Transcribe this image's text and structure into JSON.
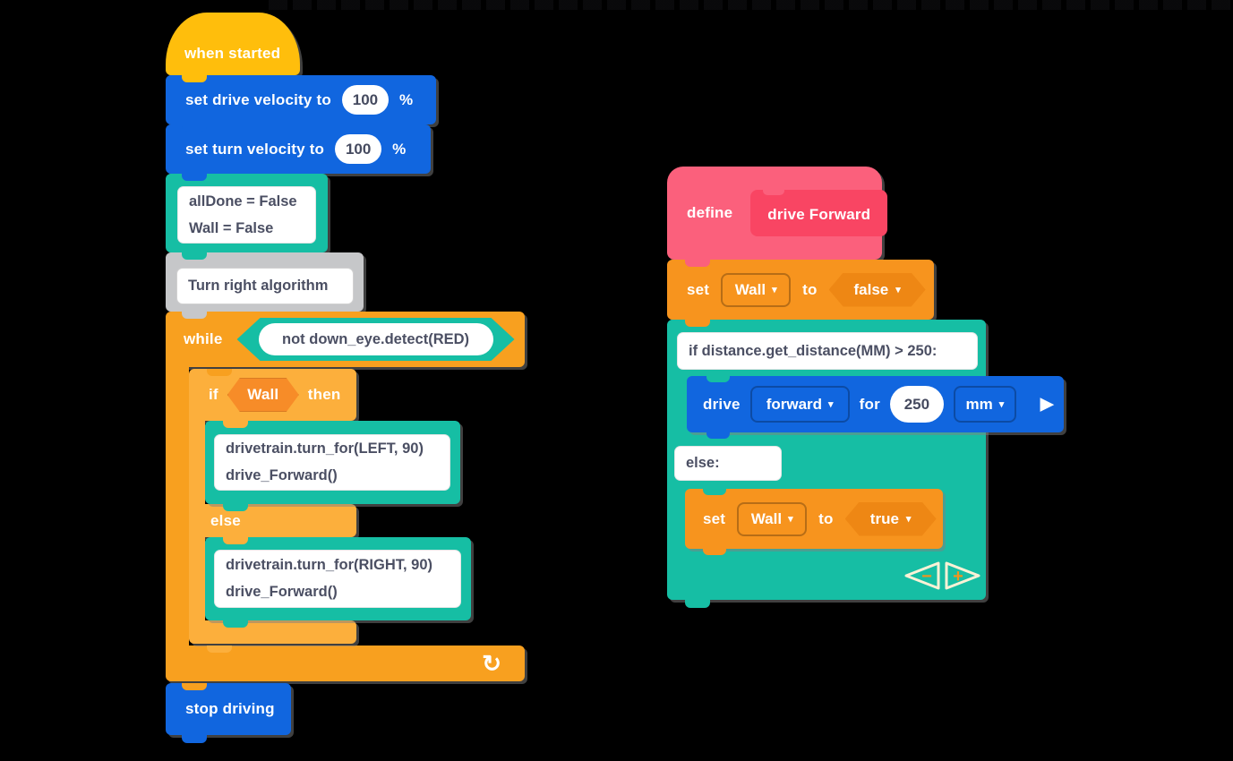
{
  "palette": {
    "background": "#000000",
    "hat_yellow": "#FFBE0C",
    "drivetrain_blue": "#1166DF",
    "code_teal": "#16BEA4",
    "comment_gray": "#C6C7C9",
    "while_orange": "#F8A01F",
    "if_amber": "#FCAF3C",
    "condition_orange": "#F78C28",
    "variable_orange": "#F7941E",
    "value_hex_orange": "#EE8714",
    "define_pink": "#FB607C",
    "define_inner_pink": "#F94563",
    "code_text": "#4B4F63"
  },
  "icons": {
    "dropdown_caret": "▾",
    "play": "▶",
    "loop_arrow": "↻",
    "collapse_minus": "−",
    "expand_plus": "+"
  },
  "left_stack": {
    "when_started": {
      "label": "when started"
    },
    "set_drive_velocity": {
      "prefix": "set drive velocity to",
      "value": "100",
      "unit": "%"
    },
    "set_turn_velocity": {
      "prefix": "set turn velocity to",
      "value": "100",
      "unit": "%"
    },
    "init_vars_code": {
      "lines": [
        "allDone = False",
        "Wall = False"
      ]
    },
    "comment": {
      "text": "Turn right algorithm"
    },
    "while_loop": {
      "keyword": "while",
      "condition": "not down_eye.detect(RED)"
    },
    "if_else": {
      "if_label": "if",
      "condition": "Wall",
      "then_label": "then",
      "else_label": "else"
    },
    "turn_left_code": {
      "lines": [
        "drivetrain.turn_for(LEFT, 90)",
        "drive_Forward()"
      ]
    },
    "turn_right_code": {
      "lines": [
        "drivetrain.turn_for(RIGHT, 90)",
        "drive_Forward()"
      ]
    },
    "stop_driving": {
      "label": "stop driving"
    }
  },
  "right_stack": {
    "define": {
      "keyword": "define",
      "name": "drive Forward"
    },
    "set_wall_false": {
      "keyword": "set",
      "variable": "Wall",
      "to_label": "to",
      "value": "false"
    },
    "if_condition_code": {
      "text": "if distance.get_distance(MM) > 250:"
    },
    "drive_forward": {
      "keyword": "drive",
      "direction": "forward",
      "for_label": "for",
      "distance": "250",
      "unit": "mm"
    },
    "else_code": {
      "text": "else:"
    },
    "set_wall_true": {
      "keyword": "set",
      "variable": "Wall",
      "to_label": "to",
      "value": "true"
    }
  }
}
